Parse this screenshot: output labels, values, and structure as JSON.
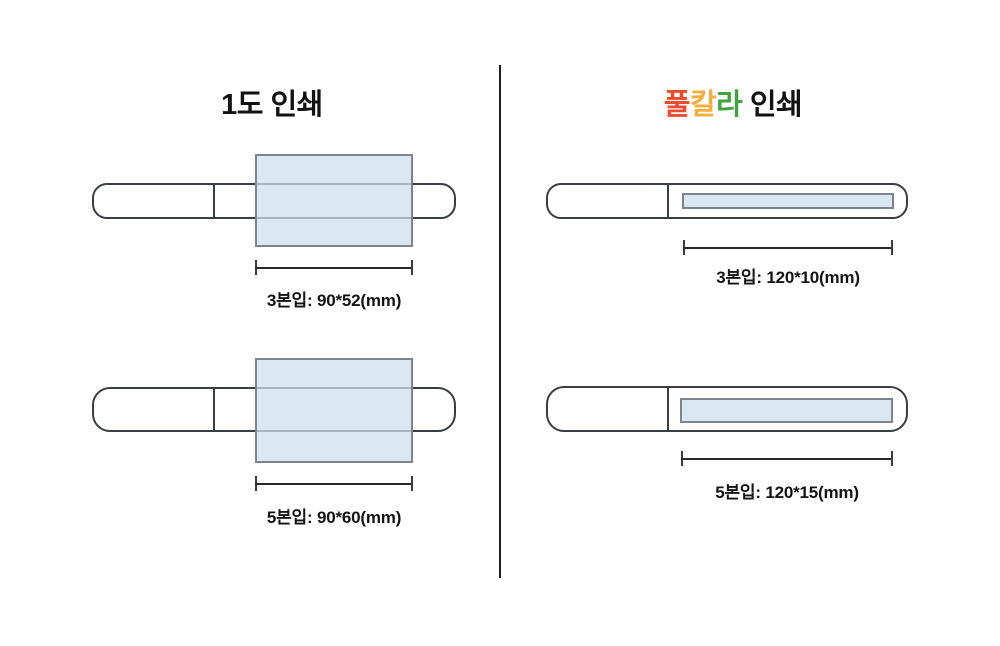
{
  "left_section": {
    "title": "1도 인쇄",
    "figures": [
      {
        "dimension_label": "3본입: 90*52(mm)"
      },
      {
        "dimension_label": "5본입: 90*60(mm)"
      }
    ]
  },
  "right_section": {
    "title_parts": [
      {
        "text": "풀",
        "style": "color:#ee4b2f"
      },
      {
        "text": "칼",
        "style": "color:#f5ad3d"
      },
      {
        "text": "라",
        "style": "color:#3fa33f"
      },
      {
        "text": " 인쇄",
        "style": "color:#121212"
      }
    ],
    "figures": [
      {
        "dimension_label": "3본입: 120*10(mm)"
      },
      {
        "dimension_label": "5본입: 120*15(mm)"
      }
    ]
  },
  "colors": {
    "print_area_fill": "#d9e8f1",
    "print_area_border": "#7e848d",
    "pen_outline": "#3a3d42",
    "title_full": "#ee4b2f",
    "title_color": "#f5ad3d",
    "title_ra": "#3fa33f",
    "text": "#121212"
  }
}
